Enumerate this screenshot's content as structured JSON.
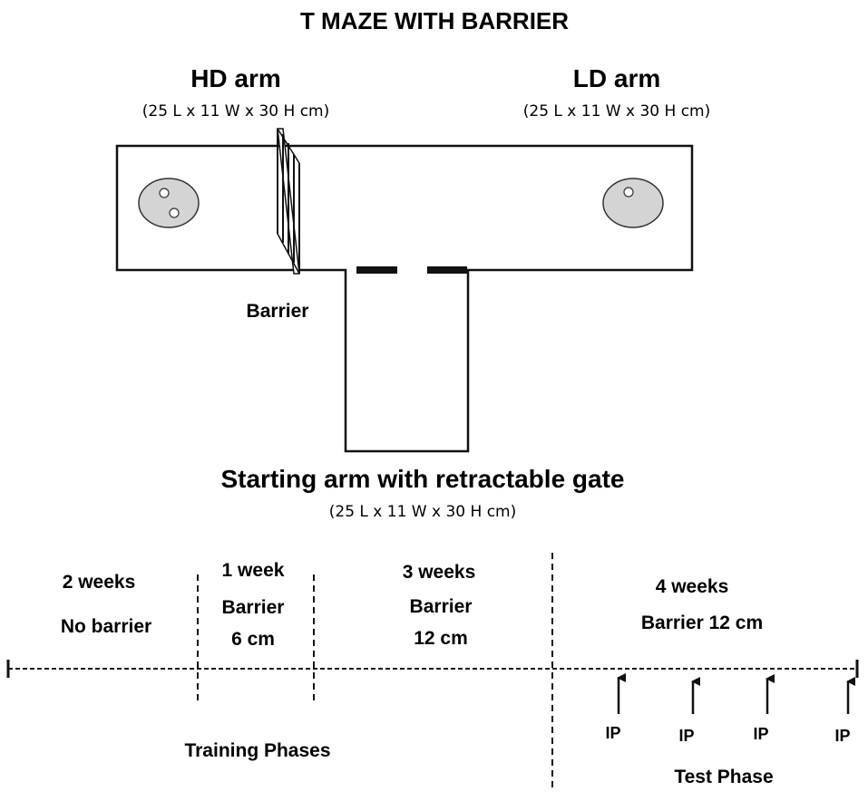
{
  "title": "T MAZE WITH BARRIER",
  "hd_arm": {
    "label": "HD arm",
    "dims": "(25 L x 11 W x 30 H cm)"
  },
  "ld_arm": {
    "label": "LD arm",
    "dims": "(25 L x 11 W x 30 H cm)"
  },
  "barrier_label": "Barrier",
  "start_arm": {
    "label": "Starting arm with retractable gate",
    "dims": "(25 L x 11 W x 30 H cm)"
  },
  "timeline": {
    "segments": [
      {
        "lines": [
          "2 weeks",
          "No barrier"
        ]
      },
      {
        "lines": [
          "1 week",
          "Barrier",
          "6 cm"
        ]
      },
      {
        "lines": [
          "3 weeks",
          "Barrier",
          "12 cm"
        ]
      },
      {
        "lines": [
          "4 weeks",
          "Barrier 12 cm"
        ]
      }
    ],
    "training_label": "Training Phases",
    "test_label": "Test Phase",
    "ip_markers": [
      "IP",
      "IP",
      "IP",
      "IP"
    ]
  }
}
